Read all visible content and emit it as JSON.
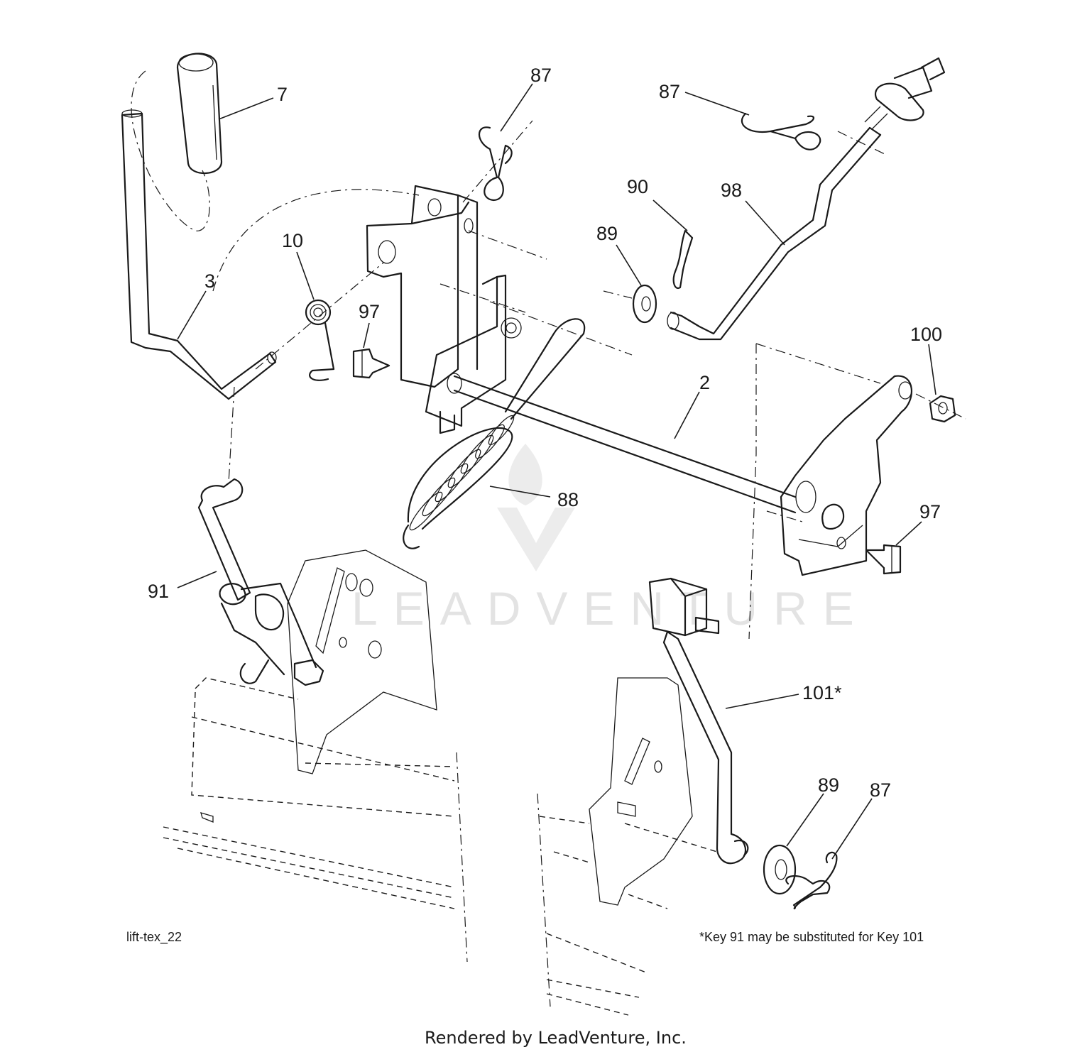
{
  "diagram": {
    "callouts": [
      {
        "id": "callout-7",
        "text": "7"
      },
      {
        "id": "callout-87-top",
        "text": "87"
      },
      {
        "id": "callout-87-right",
        "text": "87"
      },
      {
        "id": "callout-10",
        "text": "10"
      },
      {
        "id": "callout-3",
        "text": "3"
      },
      {
        "id": "callout-97-left",
        "text": "97"
      },
      {
        "id": "callout-90",
        "text": "90"
      },
      {
        "id": "callout-98",
        "text": "98"
      },
      {
        "id": "callout-89-top",
        "text": "89"
      },
      {
        "id": "callout-100",
        "text": "100"
      },
      {
        "id": "callout-2",
        "text": "2"
      },
      {
        "id": "callout-88",
        "text": "88"
      },
      {
        "id": "callout-97-right",
        "text": "97"
      },
      {
        "id": "callout-91",
        "text": "91"
      },
      {
        "id": "callout-101",
        "text": "101*"
      },
      {
        "id": "callout-89-bottom",
        "text": "89"
      },
      {
        "id": "callout-87-bottom",
        "text": "87"
      }
    ],
    "figure_id": "lift-tex_22",
    "footnote": "*Key 91 may be substituted for Key 101",
    "watermark": "LEADVENTURE",
    "credit": "Rendered by LeadVenture, Inc."
  }
}
